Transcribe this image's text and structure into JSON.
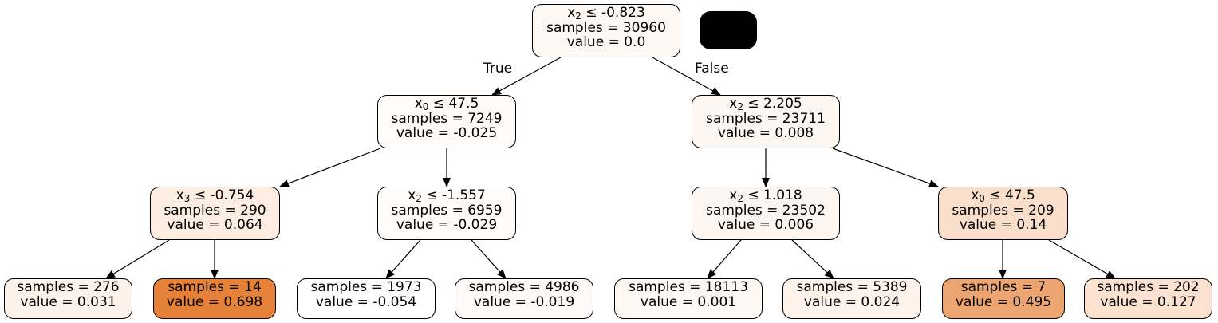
{
  "colors": {
    "low": "#ffffff",
    "high": "#e58139",
    "border": "#000000",
    "legend": "#000000"
  },
  "edge_labels": {
    "left": "True",
    "right": "False"
  },
  "nodes": [
    {
      "id": "n0",
      "split_var": "x",
      "split_sub": "2",
      "split_rest": " ≤ -0.823",
      "samples": "samples = 30960",
      "value": "value = 0.0",
      "v": 0.0,
      "fill": "#fef7f2"
    },
    {
      "id": "n1",
      "split_var": "x",
      "split_sub": "0",
      "split_rest": " ≤ 47.5",
      "samples": "samples = 7249",
      "value": "value = -0.025",
      "v": -0.025,
      "fill": "#fffbf8"
    },
    {
      "id": "n2",
      "split_var": "x",
      "split_sub": "2",
      "split_rest": " ≤ 2.205",
      "samples": "samples = 23711",
      "value": "value = 0.008",
      "v": 0.008,
      "fill": "#fef6f1"
    },
    {
      "id": "n3",
      "split_var": "x",
      "split_sub": "3",
      "split_rest": " ≤ -0.754",
      "samples": "samples = 290",
      "value": "value = 0.064",
      "v": 0.064,
      "fill": "#fdede2"
    },
    {
      "id": "n4",
      "split_var": "x",
      "split_sub": "2",
      "split_rest": " ≤ -1.557",
      "samples": "samples = 6959",
      "value": "value = -0.029",
      "v": -0.029,
      "fill": "#fffcf9"
    },
    {
      "id": "n5",
      "split_var": "x",
      "split_sub": "2",
      "split_rest": " ≤ 1.018",
      "samples": "samples = 23502",
      "value": "value = 0.006",
      "v": 0.006,
      "fill": "#fef6f1"
    },
    {
      "id": "n6",
      "split_var": "x",
      "split_sub": "0",
      "split_rest": " ≤ 47.5",
      "samples": "samples = 209",
      "value": "value = 0.14",
      "v": 0.14,
      "fill": "#f9dfcb"
    },
    {
      "id": "n7",
      "samples": "samples = 276",
      "value": "value = 0.031",
      "v": 0.031,
      "fill": "#fdf2ea"
    },
    {
      "id": "n8",
      "samples": "samples = 14",
      "value": "value = 0.698",
      "v": 0.698,
      "fill": "#e58139"
    },
    {
      "id": "n9",
      "samples": "samples = 1973",
      "value": "value = -0.054",
      "v": -0.054,
      "fill": "#ffffff"
    },
    {
      "id": "n10",
      "samples": "samples = 4986",
      "value": "value = -0.019",
      "v": -0.019,
      "fill": "#fffaf7"
    },
    {
      "id": "n11",
      "samples": "samples = 18113",
      "value": "value = 0.001",
      "v": 0.001,
      "fill": "#fef7f2"
    },
    {
      "id": "n12",
      "samples": "samples = 5389",
      "value": "value = 0.024",
      "v": 0.024,
      "fill": "#fef3eb"
    },
    {
      "id": "n13",
      "samples": "samples = 7",
      "value": "value = 0.495",
      "v": 0.495,
      "fill": "#eca470"
    },
    {
      "id": "n14",
      "samples": "samples = 202",
      "value": "value = 0.127",
      "v": 0.127,
      "fill": "#fae1d0"
    }
  ],
  "edges": [
    {
      "from": "n0",
      "to": "n1"
    },
    {
      "from": "n0",
      "to": "n2"
    },
    {
      "from": "n1",
      "to": "n3"
    },
    {
      "from": "n1",
      "to": "n4"
    },
    {
      "from": "n2",
      "to": "n5"
    },
    {
      "from": "n2",
      "to": "n6"
    },
    {
      "from": "n3",
      "to": "n7"
    },
    {
      "from": "n3",
      "to": "n8"
    },
    {
      "from": "n4",
      "to": "n9"
    },
    {
      "from": "n4",
      "to": "n10"
    },
    {
      "from": "n5",
      "to": "n11"
    },
    {
      "from": "n5",
      "to": "n12"
    },
    {
      "from": "n6",
      "to": "n13"
    },
    {
      "from": "n6",
      "to": "n14"
    }
  ]
}
